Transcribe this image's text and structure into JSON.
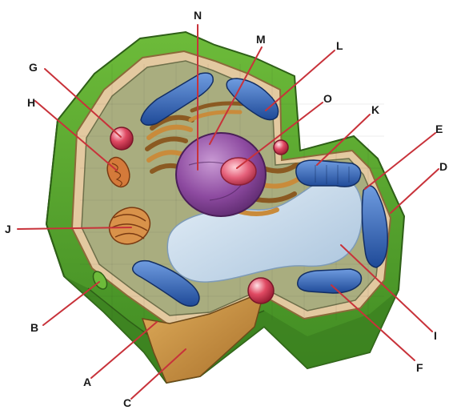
{
  "labels": {
    "A": "A",
    "B": "B",
    "C": "C",
    "D": "D",
    "E": "E",
    "F": "F",
    "G": "G",
    "H": "H",
    "I": "I",
    "J": "J",
    "K": "K",
    "L": "L",
    "M": "M",
    "N": "N",
    "O": "O"
  },
  "colors": {
    "leader_line": "#c8323a",
    "cell_wall": "#4f9a2a",
    "cytoplasm": "#a9ad7f",
    "vacuole": "#c9dced",
    "nucleus": "#8d4aa0",
    "chloroplast": "#2f5fb0",
    "golgi": "#c98b3b",
    "vesicle": "#d8304e",
    "cutaway": "#c38a3e"
  }
}
